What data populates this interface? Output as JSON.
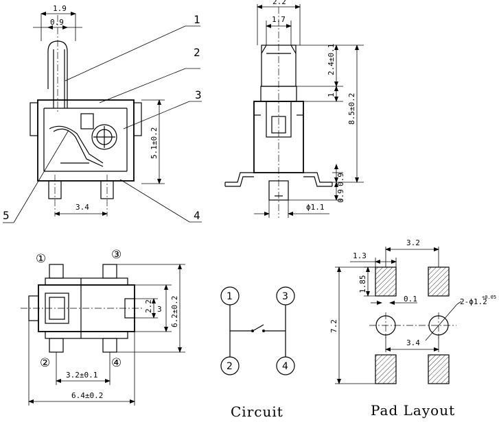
{
  "side_view": {
    "dim_top_outer": "1.9",
    "dim_top_inner": "0.9",
    "dim_height": "5.1±0.2",
    "dim_leg_spacing": "3.4",
    "callouts": [
      "1",
      "2",
      "3",
      "4",
      "5"
    ]
  },
  "front_view": {
    "dim_top_outer": "2.2",
    "dim_top_inner": "1.7",
    "dim_actuator": "2.4±0.1",
    "dim_step": "1",
    "dim_total_height": "8.5±0.2",
    "dim_lead_a": "0.9",
    "dim_lead_b": "0.9",
    "dim_diameter": "ϕ1.1"
  },
  "bottom_view": {
    "pins": [
      "①",
      "②",
      "③",
      "④"
    ],
    "dim_inner_h": "2.2",
    "dim_mid_h": "3",
    "dim_outer_h": "6.2±0.2",
    "dim_pin_spacing": "3.2±0.1",
    "dim_total_w": "6.4±0.2"
  },
  "circuit": {
    "caption": "Circuit",
    "pins": [
      "1",
      "2",
      "3",
      "4"
    ]
  },
  "pad_layout": {
    "caption": "Pad Layout",
    "dim_pad_spacing": "3.2",
    "dim_pad_w": "1.3",
    "dim_pad_h": "1.85",
    "dim_gap": "0.1",
    "dim_hole": "2-ϕ1.2",
    "dim_hole_tol": "+0.05",
    "dim_hole_spacing": "3.4",
    "dim_total_h": "7.2"
  }
}
